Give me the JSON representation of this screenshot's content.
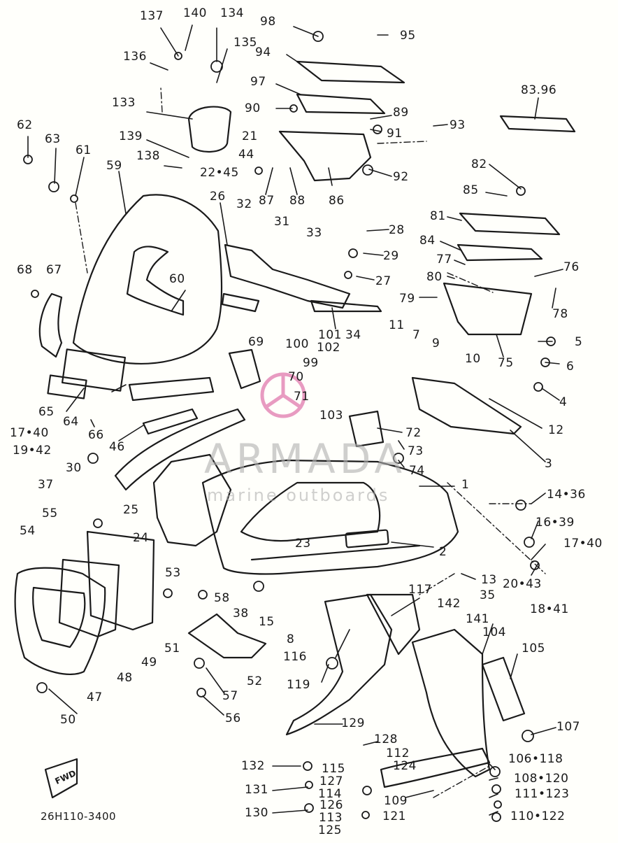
{
  "drawing_code": "26H110-3400",
  "watermark": {
    "brand": "ARMADA",
    "tagline": "marine outboards"
  },
  "front_marker": "FWD",
  "labels": {
    "l137": "137",
    "l140": "140",
    "l134": "134",
    "l98": "98",
    "l95": "95",
    "l136": "136",
    "l135": "135",
    "l94": "94",
    "l97": "97",
    "l8396": "83.96",
    "l133": "133",
    "l90": "90",
    "l89": "89",
    "l62": "62",
    "l63": "63",
    "l91": "91",
    "l93": "93",
    "l139": "139",
    "l21": "21",
    "l61": "61",
    "l59": "59",
    "l44": "44",
    "l138": "138",
    "l2245": "22•45",
    "l82": "82",
    "l92": "92",
    "l87": "87",
    "l88": "88",
    "l86": "86",
    "l85": "85",
    "l26": "26",
    "l32": "32",
    "l31": "31",
    "l33": "33",
    "l28": "28",
    "l81": "81",
    "l84": "84",
    "l29": "29",
    "l77": "77",
    "l76": "76",
    "l68": "68",
    "l67": "67",
    "l60": "60",
    "l27": "27",
    "l80": "80",
    "l79": "79",
    "l78": "78",
    "l34": "34",
    "l11": "11",
    "l7": "7",
    "l101": "101",
    "l69": "69",
    "l100": "100",
    "l102": "102",
    "l9": "9",
    "l5": "5",
    "l75": "75",
    "l99": "99",
    "l10": "10",
    "l6": "6",
    "l70": "70",
    "l71": "71",
    "l4": "4",
    "l65": "65",
    "l103": "103",
    "l72": "72",
    "l12": "12",
    "l64": "64",
    "l66": "66",
    "l46": "46",
    "l73": "73",
    "l1740a": "17•40",
    "l1942": "19•42",
    "l74": "74",
    "l3": "3",
    "l30": "30",
    "l1": "1",
    "l1436": "14•36",
    "l37": "37",
    "l25": "25",
    "l1639": "16•39",
    "l55": "55",
    "l24": "24",
    "l1740b": "17•40",
    "l54": "54",
    "l23": "23",
    "l2": "2",
    "l2043": "20•43",
    "l53": "53",
    "l13": "13",
    "l35": "35",
    "l1841": "18•41",
    "l117": "117",
    "l142": "142",
    "l58": "58",
    "l38": "38",
    "l15": "15",
    "l51": "51",
    "l141": "141",
    "l104": "104",
    "l8": "8",
    "l49": "49",
    "l105": "105",
    "l116": "116",
    "l48": "48",
    "l52": "52",
    "l119": "119",
    "l57": "57",
    "l47": "47",
    "l56": "56",
    "l50": "50",
    "l129": "129",
    "l107": "107",
    "l128": "128",
    "l112": "112",
    "l106118": "106•118",
    "l132": "132",
    "l124": "124",
    "l115": "115",
    "l127": "127",
    "l108120": "108•120",
    "l131": "131",
    "l114": "114",
    "l111123": "111•123",
    "l109": "109",
    "l126": "126",
    "l121": "121",
    "l130": "130",
    "l113": "113",
    "l110122": "110•122",
    "l125": "125"
  },
  "colors": {
    "ink": "#1a1a1a",
    "paper": "#fffffb",
    "watermark": "#e58ab8"
  }
}
